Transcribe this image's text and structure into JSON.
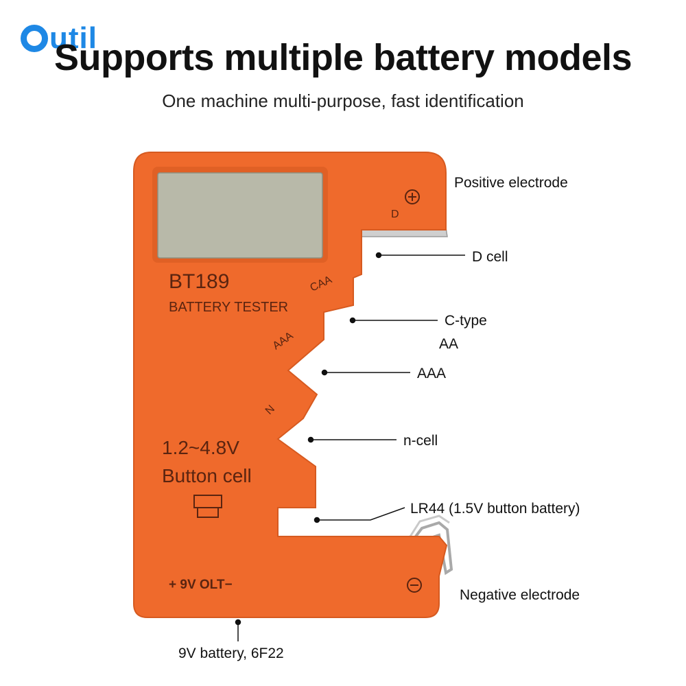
{
  "brand": {
    "logo_text": "util",
    "watermark": "Outil"
  },
  "headline": "Supports multiple battery models",
  "subheadline": "One machine multi-purpose, fast identification",
  "device": {
    "model": "BT189",
    "name": "BATTERY TESTER",
    "voltage_range": "1.2~4.8V",
    "button_cell_label": "Button cell",
    "nine_volt_label": "+ 9V OLT−",
    "slot_labels": {
      "d": "D",
      "caa": "CAA",
      "aaa": "AAA",
      "n": "N"
    },
    "colors": {
      "body": "#ef6a2c",
      "display": "#b8b9a9",
      "text": "#5a2410",
      "metal": "#c7c7c7"
    }
  },
  "callouts": {
    "positive_electrode": "Positive electrode",
    "d_cell": "D cell",
    "c_type": "C-type",
    "aa": "AA",
    "aaa": "AAA",
    "n_cell": "n-cell",
    "lr44": "LR44 (1.5V button battery)",
    "negative_electrode": "Negative electrode",
    "nine_volt": "9V battery, 6F22"
  }
}
